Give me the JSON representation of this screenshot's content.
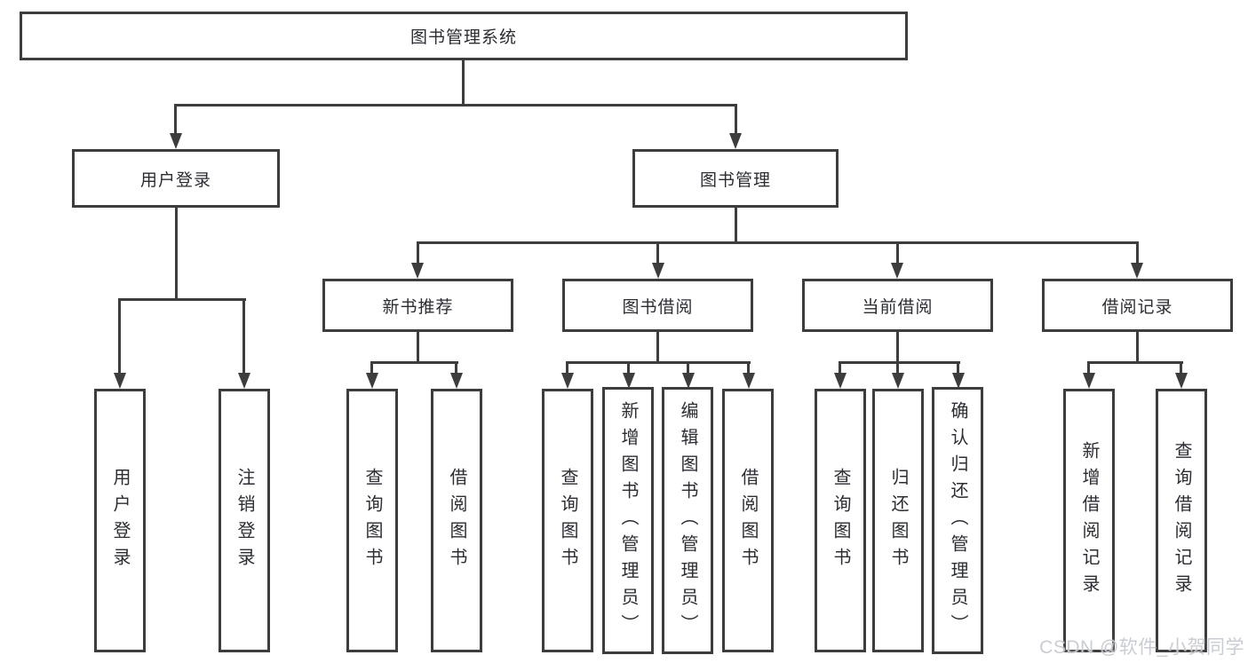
{
  "diagram": {
    "root": {
      "label": "图书管理系统"
    },
    "branches": [
      {
        "label": "用户登录",
        "children": [
          {
            "label": "用户登录"
          },
          {
            "label": "注销登录"
          }
        ]
      },
      {
        "label": "图书管理",
        "children": [
          {
            "label": "新书推荐",
            "children": [
              {
                "label": "查询图书"
              },
              {
                "label": "借阅图书"
              }
            ]
          },
          {
            "label": "图书借阅",
            "children": [
              {
                "label": "查询图书"
              },
              {
                "label": "新增图书（管理员）"
              },
              {
                "label": "编辑图书（管理员）"
              },
              {
                "label": "借阅图书"
              }
            ]
          },
          {
            "label": "当前借阅",
            "children": [
              {
                "label": "查询图书"
              },
              {
                "label": "归还图书"
              },
              {
                "label": "确认归还（管理员）"
              }
            ]
          },
          {
            "label": "借阅记录",
            "children": [
              {
                "label": "新增借阅记录"
              },
              {
                "label": "查询借阅记录"
              }
            ]
          }
        ]
      }
    ]
  },
  "watermark": {
    "text": "CSDN @软件_小贺同学"
  },
  "colors": {
    "line": "#3d3d3d",
    "text": "#2b2d33",
    "watermark": "#c7cad0",
    "background": "#ffffff"
  }
}
